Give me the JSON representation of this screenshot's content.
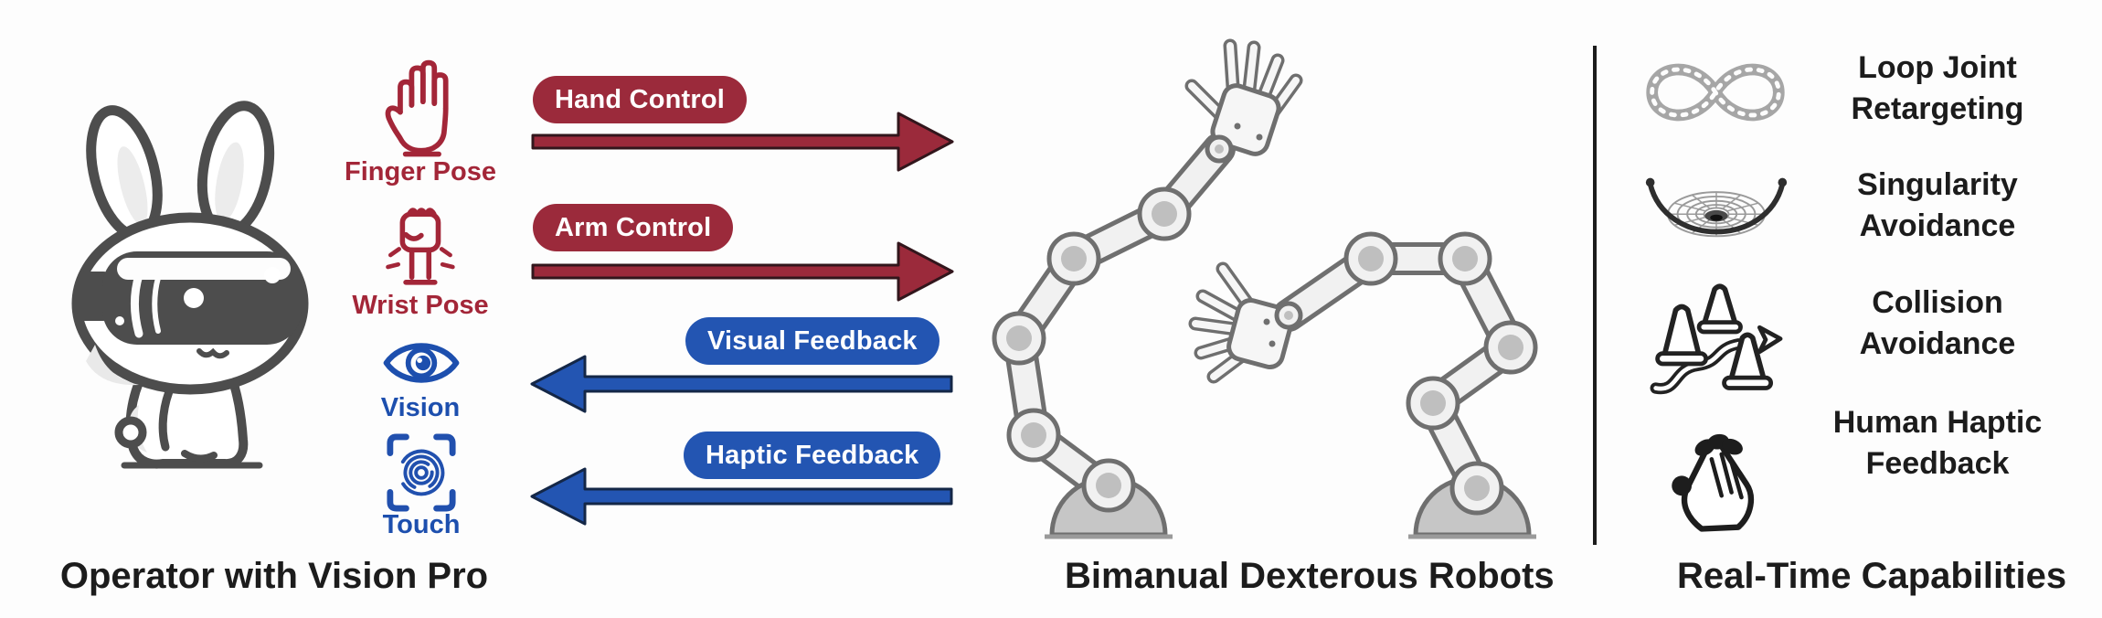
{
  "figure": {
    "background": "#fdfdfd",
    "colors": {
      "control_red": "#9b2a3b",
      "feedback_blue": "#2355b2",
      "signal_red": "#a32638",
      "signal_blue": "#1d4fae",
      "text_black": "#1c1c1c",
      "bunny_gray": "#4d4d4d",
      "robot_gray": "#6f6f6f"
    }
  },
  "operator": {
    "label": "Operator with Vision Pro",
    "signals": [
      {
        "id": "finger-pose",
        "label": "Finger Pose",
        "icon": "open-hand-icon",
        "color": "#a32638"
      },
      {
        "id": "wrist-pose",
        "label": "Wrist Pose",
        "icon": "fist-icon",
        "color": "#a32638"
      },
      {
        "id": "vision",
        "label": "Vision",
        "icon": "eye-icon",
        "color": "#1d4fae"
      },
      {
        "id": "touch",
        "label": "Touch",
        "icon": "fingerprint-icon",
        "color": "#1d4fae"
      }
    ]
  },
  "channels": {
    "control": [
      {
        "label": "Hand Control",
        "direction": "right",
        "color": "#9b2a3b"
      },
      {
        "label": "Arm Control",
        "direction": "right",
        "color": "#9b2a3b"
      }
    ],
    "feedback": [
      {
        "label": "Visual Feedback",
        "direction": "left",
        "color": "#2355b2"
      },
      {
        "label": "Haptic Feedback",
        "direction": "left",
        "color": "#2355b2"
      }
    ]
  },
  "robots": {
    "label": "Bimanual Dexterous Robots"
  },
  "capabilities": {
    "label": "Real-Time Capabilities",
    "items": [
      {
        "line1": "Loop Joint",
        "line2": "Retargeting",
        "icon": "chain-infinity-icon"
      },
      {
        "line1": "Singularity",
        "line2": "Avoidance",
        "icon": "singularity-funnel-icon"
      },
      {
        "line1": "Collision",
        "line2": "Avoidance",
        "icon": "traffic-cones-path-icon"
      },
      {
        "line1": "Human Haptic",
        "line2": "Feedback",
        "icon": "haptic-hand-icon"
      }
    ]
  }
}
